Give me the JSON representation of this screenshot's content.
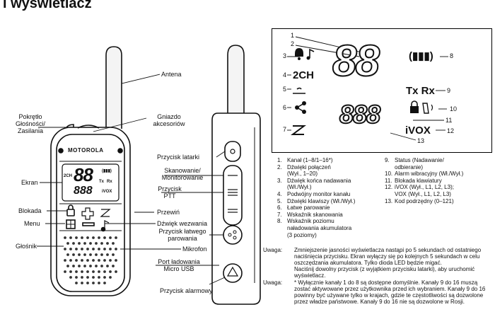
{
  "title": "i wyświetlacz",
  "left_labels": {
    "volume": [
      "Pokrętło",
      "Głośności/",
      "Zasilania"
    ],
    "antenna": "Antena",
    "accessory": [
      "Gniazdo",
      "akcesoriów"
    ],
    "screen": "Ekran",
    "lock": "Blokada",
    "menu": "Menu",
    "speaker": "Głośnik",
    "flashlight_btn": "Przycisk latarki",
    "scan": [
      "Skanowanie/",
      "Monitorowanie"
    ],
    "ptt": [
      "Przycisk",
      "PTT"
    ],
    "scroll": "Przewiń",
    "call_tone": "Dźwięk wezwania",
    "easy_pair": [
      "Przycisk łatwego",
      "parowania"
    ],
    "mic": "Mikrofon",
    "usb": [
      "Port ładowania",
      "Micro USB"
    ],
    "alarm": "Przycisk alarmowy"
  },
  "radio_front": {
    "brand": "MOTOROLA",
    "digits_big": "88",
    "digits_small": "888",
    "ch_label": "2CH",
    "tx": "Tx",
    "rx": "Rx",
    "ivox": "iVOX"
  },
  "lcd": {
    "big_digits": "88",
    "small_digits": "888",
    "ch_text": "2CH",
    "tx_rx": "Tx Rx",
    "ivox": "iVOX",
    "callout_numbers": [
      "1",
      "2",
      "3",
      "4",
      "5",
      "6",
      "7",
      "8",
      "9",
      "10",
      "11",
      "12",
      "13"
    ]
  },
  "legend_col1": [
    {
      "n": "1.",
      "t": [
        "Kanał (1–8/1–16*)"
      ]
    },
    {
      "n": "2.",
      "t": [
        "Dźwięki połączeń",
        "(Wył., 1–20)"
      ]
    },
    {
      "n": "3.",
      "t": [
        "Dźwięk końca nadawania",
        "(Wł./Wył.)"
      ]
    },
    {
      "n": "4.",
      "t": [
        "Podwójny monitor kanału"
      ]
    },
    {
      "n": "5.",
      "t": [
        "Dźwięki klawiszy (Wł./Wył.)"
      ]
    },
    {
      "n": "6.",
      "t": [
        "Łatwe parowanie"
      ]
    },
    {
      "n": "7.",
      "t": [
        "Wskaźnik skanowania"
      ]
    },
    {
      "n": "8.",
      "t": [
        "Wskaźnik poziomu",
        "naładowania akumulatora",
        "(3 poziomy)"
      ]
    }
  ],
  "legend_col2": [
    {
      "n": "9.",
      "t": [
        "Status (Nadawanie/",
        "odbieranie)"
      ]
    },
    {
      "n": "10.",
      "t": [
        "Alarm wibracyjny (Wł./Wył.)"
      ]
    },
    {
      "n": "11.",
      "t": [
        "Blokada klawiatury"
      ]
    },
    {
      "n": "12.",
      "t": [
        "iVOX (Wył., L1, L2, L3);",
        "VOX (Wył., L1, L2, L3)"
      ]
    },
    {
      "n": "13.",
      "t": [
        "Kod podrzędny (0–121)"
      ]
    }
  ],
  "notes": [
    {
      "label": "Uwaga:",
      "text": "Zmniejszenie jasności wyświetlacza nastąpi po 5 sekundach od ostatniego naciśnięcia przycisku. Ekran wyłączy się po kolejnych 5 sekundach w celu oszczędzania akumulatora. Tylko dioda LED będzie migać.\nNaciśnij dowolny przycisk (z wyjątkiem przycisku latarki), aby uruchomić wyświetlacz."
    },
    {
      "label": "Uwaga:",
      "text": "* Wyłącznie kanały 1 do 8 są dostępne domyślnie. Kanały 9 do 16 muszą zostać aktywowane przez użytkownika przed ich wybraniem. Kanały 9 do 16 powinny być używane tylko w krajach, gdzie te częstotliwości są dozwolone przez władze państwowe. Kanały 9 do 16 nie są dozwolone w Rosji."
    }
  ]
}
